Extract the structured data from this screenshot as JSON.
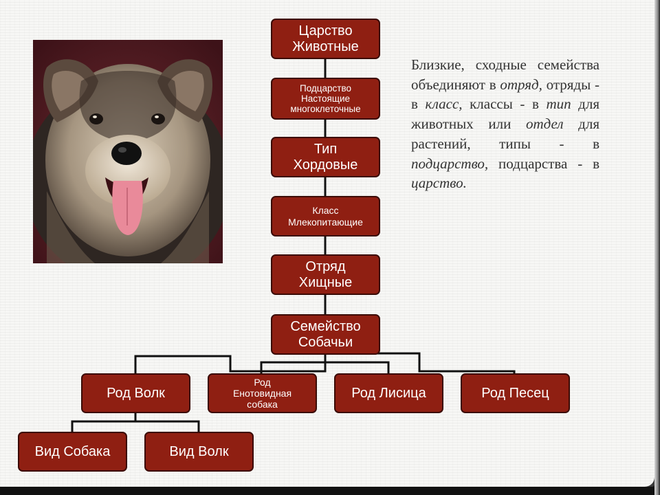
{
  "taxonomy": {
    "kingdom": "Царство\nЖивотные",
    "subkingdom": "Подцарство\nНастоящие\nмногоклеточные",
    "phylum": "Тип\nХордовые",
    "class": "Класс\nМлекопитающие",
    "order": "Отряд\nХищные",
    "family": "Семейство\nСобачьи",
    "genus_wolf": "Род Волк",
    "genus_raccoon_dog": "Род\nЕнотовидная\nсобака",
    "genus_fox": "Род Лисица",
    "genus_arctic_fox": "Род Песец",
    "species_dog": "Вид Собака",
    "species_wolf": "Вид Волк"
  },
  "description": {
    "t1": "Близкие, сходные семейства объединяют в ",
    "e1": "отряд,",
    "t2": " отряды - в ",
    "e2": "класс,",
    "t3": " классы - в ",
    "e3": "тип",
    "t4": " для животных или ",
    "e4": "отдел",
    "t5": " для растений, типы - в ",
    "e5": "подцарство,",
    "t6": " подцарства - в ",
    "e6": "царство."
  },
  "colors": {
    "node_fill": "#8f1f12",
    "node_border": "#3a0a05",
    "connector": "#111111"
  },
  "icons": {
    "photo": "dog-photo"
  }
}
